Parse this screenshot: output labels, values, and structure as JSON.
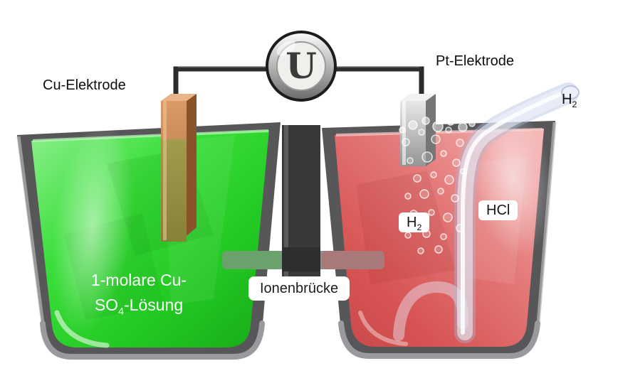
{
  "labels": {
    "cu_electrode": "Cu-Elektrode",
    "pt_electrode": "Pt-Elektrode",
    "voltmeter": "U",
    "h2_outlet": {
      "base": "H",
      "sub": "2"
    },
    "h2_bubbles": {
      "base": "H",
      "sub": "2"
    },
    "hcl": "HCl",
    "ion_bridge": "Ionenbrücke",
    "left_solution": {
      "line1": "1-molare Cu-",
      "line2_pre": "SO",
      "line2_sub": "4",
      "line2_post": "-Lösung"
    }
  },
  "colors": {
    "left_solution_green": "#2fd42f",
    "right_solution_red": "#d95555",
    "copper_electrode": "#c4854e",
    "platinum_electrode": "#b5b5b5",
    "beaker_wall": "#57575a",
    "wire": "#2c2c2c",
    "glass_tube": "#dfe6f5"
  }
}
